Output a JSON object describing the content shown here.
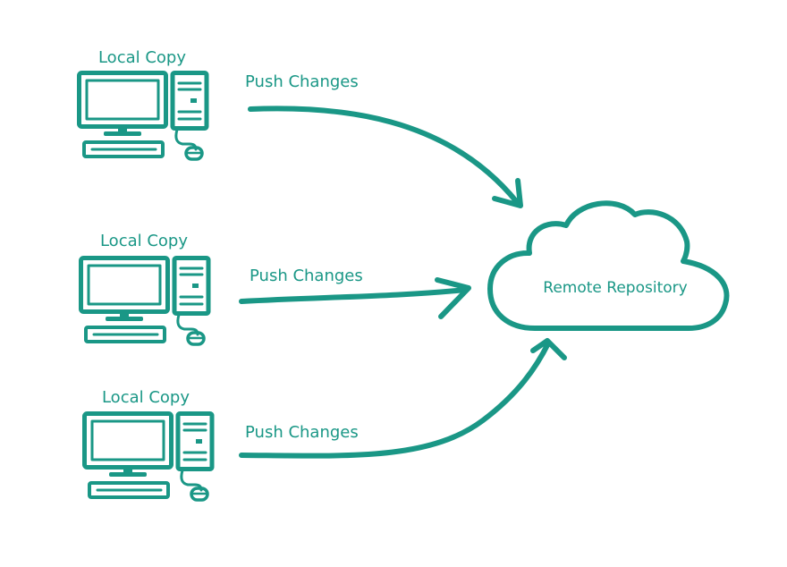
{
  "colors": {
    "accent": "#1a9786",
    "background": "#ffffff"
  },
  "computers": [
    {
      "label": "Local Copy",
      "icon": "desktop-computer-icon"
    },
    {
      "label": "Local Copy",
      "icon": "desktop-computer-icon"
    },
    {
      "label": "Local Copy",
      "icon": "desktop-computer-icon"
    }
  ],
  "arrows": [
    {
      "label": "Push Changes"
    },
    {
      "label": "Push Changes"
    },
    {
      "label": "Push Changes"
    }
  ],
  "cloud": {
    "label": "Remote Repository",
    "icon": "cloud-icon"
  }
}
